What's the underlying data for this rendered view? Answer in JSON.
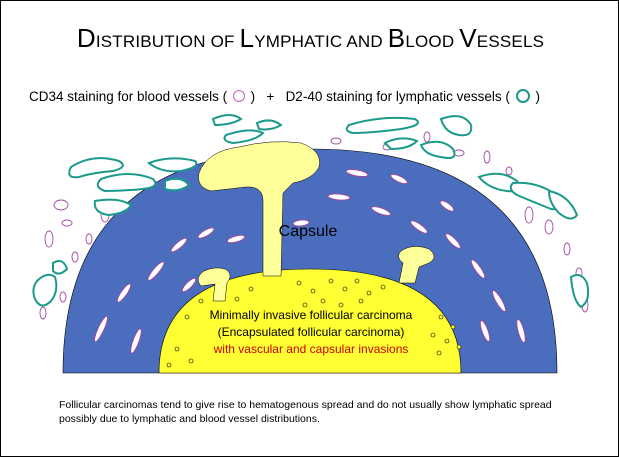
{
  "slide": {
    "title_parts": [
      {
        "cap": "D",
        "rest": "ISTRIBUTION OF "
      },
      {
        "cap": "L",
        "rest": "YMPHATIC AND "
      },
      {
        "cap": "B",
        "rest": "LOOD "
      },
      {
        "cap": "V",
        "rest": "ESSELS"
      }
    ],
    "legend": {
      "blood_text": "CD34 staining for blood vessels (",
      "blood_close": ")",
      "plus": "+",
      "lymph_text": "D2-40 staining for lymphatic vessels (",
      "lymph_close": ")"
    },
    "diagram": {
      "capsule_label": "Capsule",
      "tumor_line_1": "Minimally invasive follicular carcinoma",
      "tumor_line_2": "(Encapsulated follicular carcinoma)",
      "tumor_line_3": "with vascular and capsular invasions"
    },
    "caption": "Follicular carcinomas tend to give rise to hematogenous spread and do not usually show lymphatic spread possibly due to lymphatic and blood vessel distributions."
  },
  "colors": {
    "capsule": "#4a6ebd",
    "tumor": "#ffff33",
    "invasion": "#ffff99",
    "blood_vessel_outline": "#a04aa0",
    "lymphatic_outline": "#1a9a8a",
    "red_text": "#cc0000"
  }
}
